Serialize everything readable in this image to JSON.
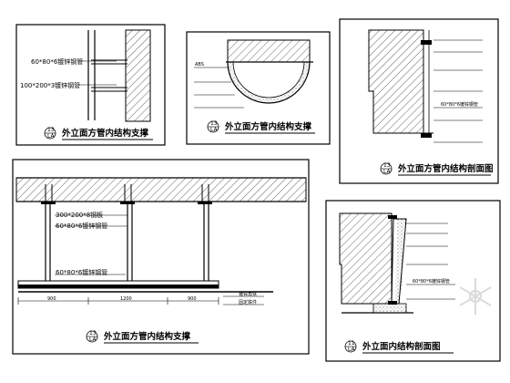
{
  "colors": {
    "line": "#000000",
    "background": "#ffffff",
    "watermark": "#9a9a9a"
  },
  "detail_a": {
    "title": "外立面方管内结构支撑",
    "labels": [
      "60*80*6镀锌钢管",
      "100*200*3镀锌钢管"
    ],
    "bubble_top": "13",
    "bubble_bottom": "LA"
  },
  "detail_b": {
    "title": "外立面方管内结构支撑",
    "labels": [
      "ABS",
      "",
      "",
      "",
      "",
      ""
    ],
    "bubble_top": "13",
    "bubble_bottom": "LA"
  },
  "detail_c": {
    "title": "外立面方管内结构剖面图",
    "labels": [
      "",
      "",
      "",
      "",
      "60*80*6镀锌钢管",
      "",
      ""
    ],
    "bubble_top": "13",
    "bubble_bottom": "LA"
  },
  "detail_d": {
    "title": "外立面方管内结构支撑",
    "labels": [
      "300*200*8钢板",
      "60*80*6镀锌钢管",
      "60*80*6镀锌钢管",
      "镀锌角铁",
      "固定铁件"
    ],
    "dimensions": [
      "900",
      "1200",
      "900"
    ],
    "bubble_top": "13",
    "bubble_bottom": "LA"
  },
  "detail_e": {
    "title": "外立面内结构剖面图",
    "labels": [
      "",
      "",
      "",
      "",
      "60*80*6镀锌钢管",
      ""
    ],
    "bubble_top": "11",
    "bubble_bottom": "LA"
  },
  "icons": {
    "watermark": "snowflake-logo-icon"
  }
}
